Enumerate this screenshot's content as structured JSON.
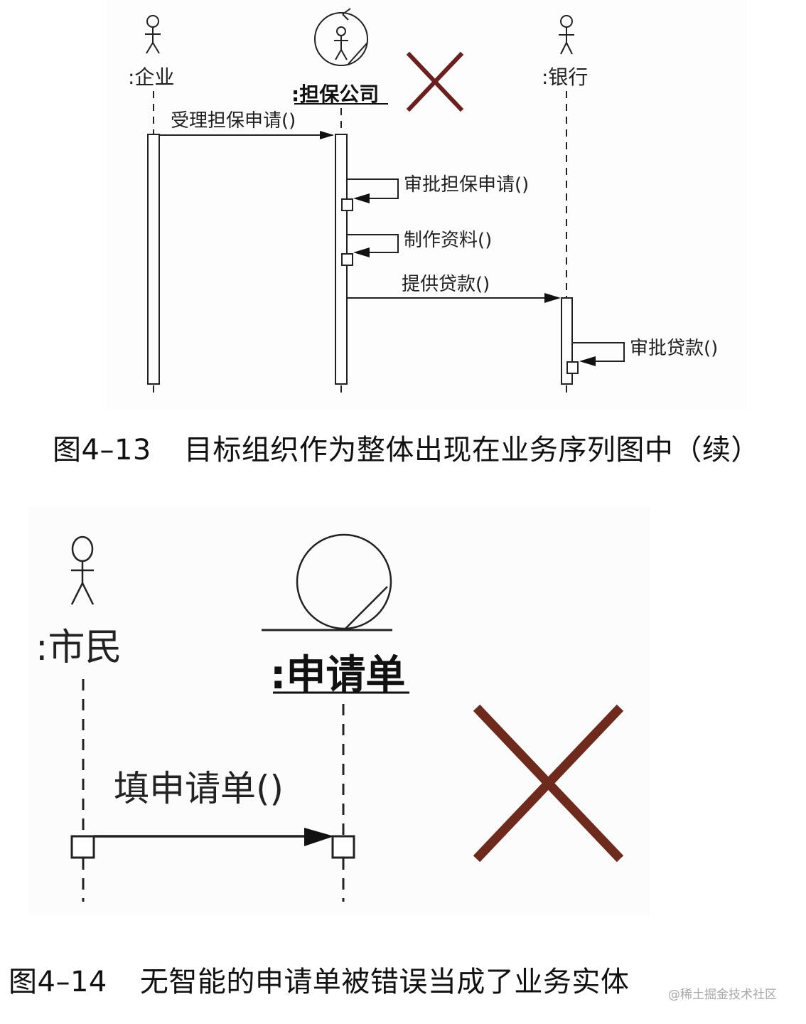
{
  "figure_4_13": {
    "caption_number": "图4–13",
    "caption_text": "目标组织作为整体出现在业务序列图中（续）",
    "lifelines": [
      {
        "name": ":企业",
        "type": "actor"
      },
      {
        "name": ":担保公司",
        "type": "business-worker (actor in circle)",
        "underlined": true,
        "bold": true
      },
      {
        "name": ":银行",
        "type": "actor"
      }
    ],
    "messages": [
      {
        "label": "受理担保申请()",
        "from": ":企业",
        "to": ":担保公司"
      },
      {
        "label": "审批担保申请()",
        "from": ":担保公司",
        "to": ":担保公司"
      },
      {
        "label": "制作资料()",
        "from": ":担保公司",
        "to": ":担保公司"
      },
      {
        "label": "提供贷款()",
        "from": ":担保公司",
        "to": ":银行"
      },
      {
        "label": "审批贷款()",
        "from": ":银行",
        "to": ":银行"
      }
    ],
    "marker": {
      "symbol": "✕",
      "meaning": "incorrect",
      "color": "#6b1f1f"
    }
  },
  "figure_4_14": {
    "caption_number": "图4–14",
    "caption_text": "无智能的申请单被错误当成了业务实体",
    "lifelines": [
      {
        "name": ":市民",
        "type": "actor"
      },
      {
        "name": ":申请单",
        "type": "entity (circle on line)",
        "underlined": true,
        "bold": true
      }
    ],
    "messages": [
      {
        "label": "填申请单()",
        "from": ":市民",
        "to": ":申请单"
      }
    ],
    "marker": {
      "symbol": "✕",
      "meaning": "incorrect",
      "color": "#6e2a1c"
    }
  },
  "watermark": "@稀土掘金技术社区"
}
